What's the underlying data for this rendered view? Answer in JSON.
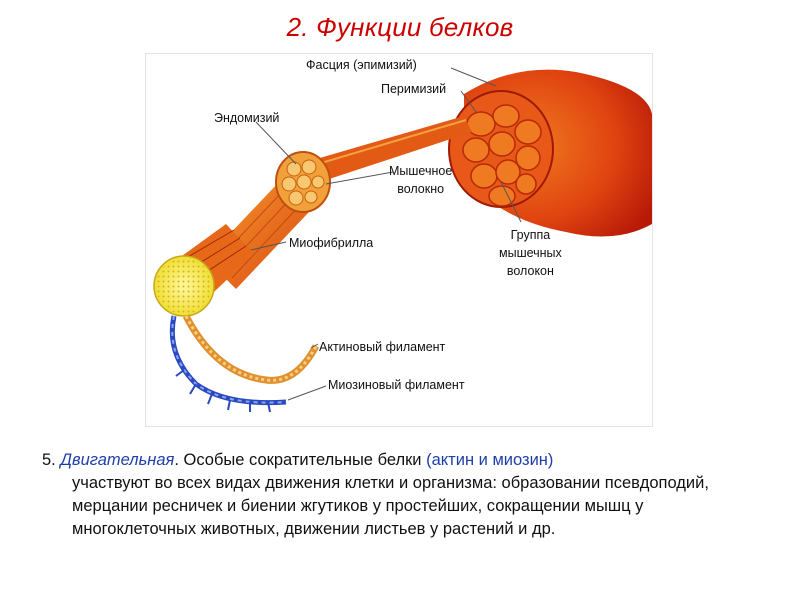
{
  "title": "2. Функции белков",
  "figure": {
    "labels": {
      "fascia": "Фасция (эпимизий)",
      "perimysium": "Перимизий",
      "endomysium": "Эндомизий",
      "muscle_fiber_1": "Мышечное",
      "muscle_fiber_2": "волокно",
      "myofibril": "Миофибрилла",
      "group_1": "Группа",
      "group_2": "мышечных",
      "group_3": "волокон",
      "actin": "Актиновый филамент",
      "myosin": "Миозиновый филамент"
    }
  },
  "text": {
    "number": "5.",
    "term": "Двигательная",
    "after_term": ". Особые сократительные белки ",
    "paren": "(актин и миозин)",
    "rest": "участвуют во всех видах движения клетки и организма: образовании псевдоподий, мерцании ресничек и биении жгутиков у простейших, сокращении мышц у многоклеточных животных, движении листьев у растений и др."
  },
  "colors": {
    "title": "#cc0000",
    "term": "#1f3ea8",
    "muscle_dark": "#c8240a",
    "muscle_light": "#f2691a",
    "fibril_yellow": "#f2e640",
    "myosin_blue": "#2a48c0"
  }
}
